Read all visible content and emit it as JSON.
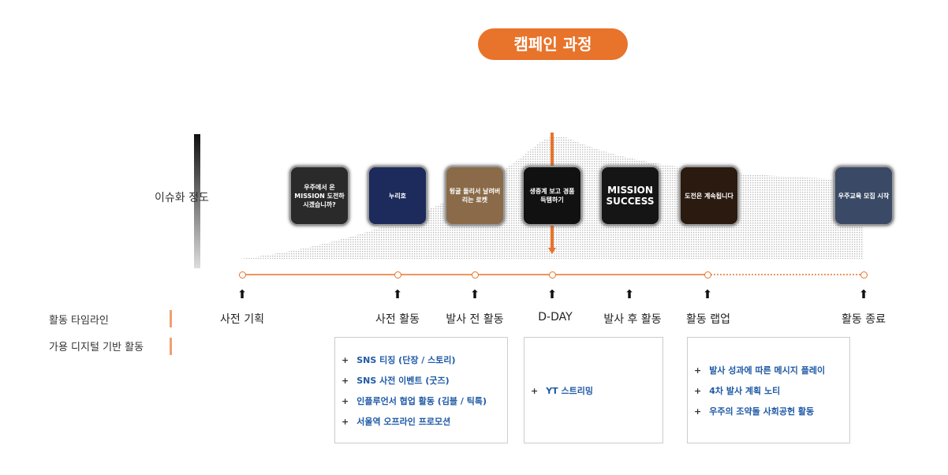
{
  "title": "캠페인 과정",
  "axis_label": "이슈화 정도",
  "side_labels": [
    "활동 타임라인",
    "가용 디지털 기반 활동"
  ],
  "thumbnails": [
    {
      "text": "우주에서 온 MISSION 도전하시겠습니까?",
      "bg": "#2a2a2a"
    },
    {
      "text": "누리호",
      "bg": "#1c2a5c"
    },
    {
      "text": "뒹굴 돌리서 날려버리는 로켓",
      "bg": "#8a6a48"
    },
    {
      "text": "생중계 보고 경품 득템하기",
      "bg": "#111111"
    },
    {
      "text": "MISSION SUCCESS",
      "bg": "#151515"
    },
    {
      "text": "도전은 계속됩니다",
      "bg": "#2a1a10"
    },
    {
      "text": "우주교육 모집 시작",
      "bg": "#3a4a66"
    }
  ],
  "timeline": [
    "사전 기획",
    "사전 활동",
    "발사 전 활동",
    "D-DAY",
    "발사 후 활동",
    "활동 랩업",
    "활동 종료"
  ],
  "boxes": [
    {
      "items": [
        "SNS 티징 (단장 / 스토리)",
        "SNS 사전 이벤트 (굿즈)",
        "인플루언서 협업 활동 (김블 / 틱톡)",
        "서울역 오프라인 프로모션"
      ]
    },
    {
      "items": [
        "YT 스트리밍"
      ]
    },
    {
      "items": [
        "발사 성과에 따른 메시지 플레이",
        "4차 발사 계획 노티",
        "우주의 조약돌 사회공헌 활동"
      ]
    }
  ],
  "colors": {
    "accent": "#e8732a",
    "item_text": "#1f5aa6"
  }
}
